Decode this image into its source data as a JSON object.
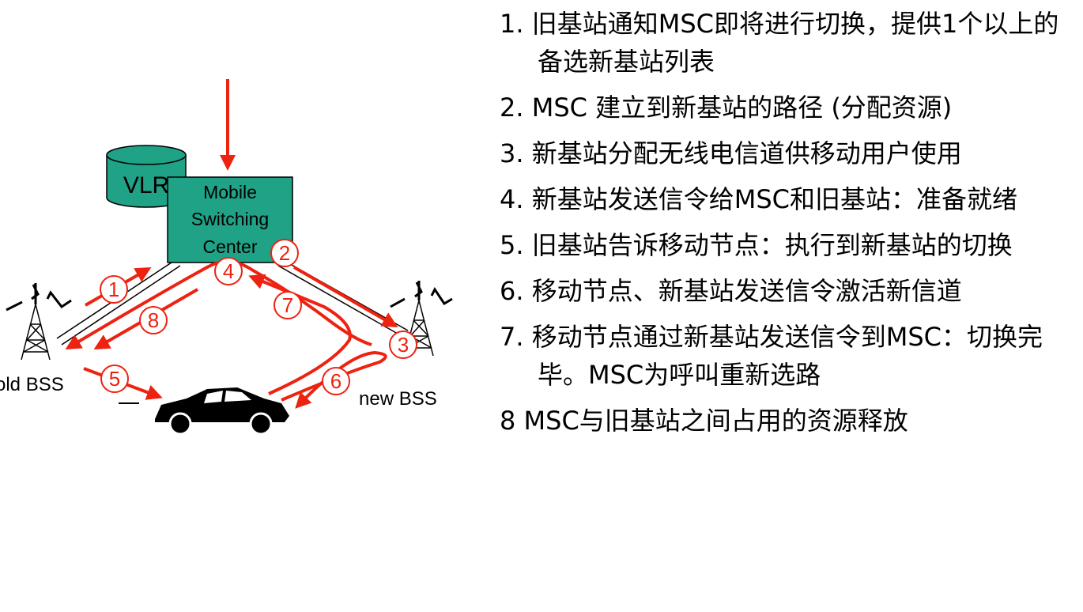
{
  "diagram": {
    "vlr_label": "VLR",
    "msc_label_lines": [
      "Mobile",
      "Switching",
      "Center"
    ],
    "old_bss_label": "old BSS",
    "new_bss_label": "new BSS",
    "step_markers": [
      "1",
      "2",
      "3",
      "4",
      "5",
      "6",
      "7",
      "8"
    ],
    "colors": {
      "arrow": "#ee2211",
      "msc_fill": "#1fa286",
      "vlr_fill": "#1fa286"
    }
  },
  "steps": [
    "1. 旧基站通知MSC即将进行切换，提供1个以上的备选新基站列表",
    "2. MSC 建立到新基站的路径 (分配资源)",
    "3. 新基站分配无线电信道供移动用户使用",
    "4. 新基站发送信令给MSC和旧基站：准备就绪",
    "5. 旧基站告诉移动节点：执行到新基站的切换",
    "6. 移动节点、新基站发送信令激活新信道",
    "7. 移动节点通过新基站发送信令到MSC：切换完毕。MSC为呼叫重新选路",
    "8 MSC与旧基站之间占用的资源释放"
  ]
}
